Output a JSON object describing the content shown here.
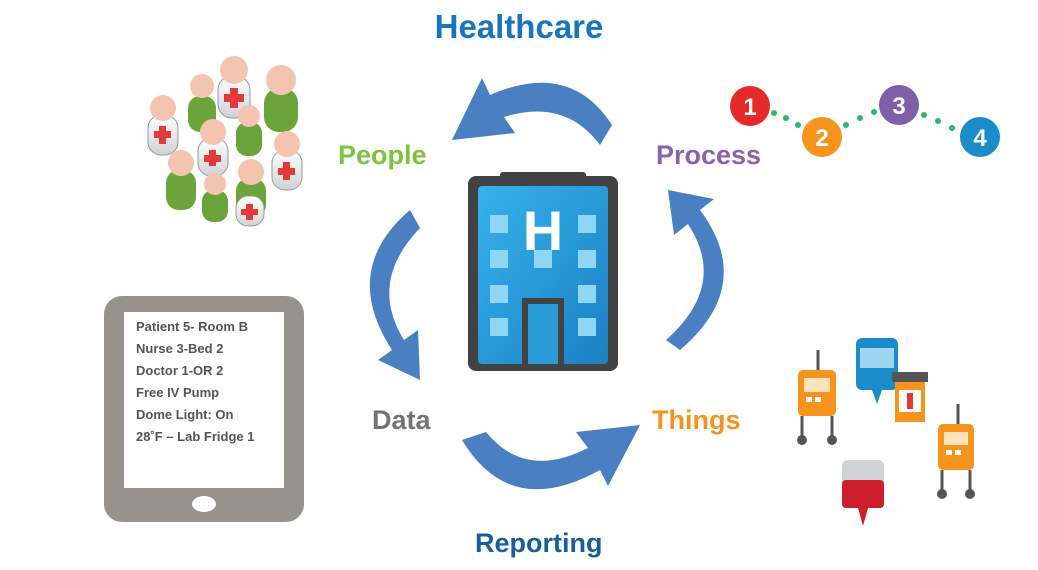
{
  "title": "Healthcare",
  "labels": {
    "people": "People",
    "process": "Process",
    "data": "Data",
    "things": "Things",
    "reporting": "Reporting"
  },
  "hospital_letter": "H",
  "process_steps": [
    {
      "number": "1",
      "color": "#e52a2a"
    },
    {
      "number": "2",
      "color": "#f7941d"
    },
    {
      "number": "3",
      "color": "#7e5fa8"
    },
    {
      "number": "4",
      "color": "#1a8cc9"
    }
  ],
  "tablet_lines": [
    "Patient 5- Room B",
    "Nurse 3-Bed 2",
    "Doctor 1-OR 2",
    "Free IV Pump",
    "Dome Light: On",
    "28˚F – Lab Fridge 1"
  ],
  "colors": {
    "title": "#1b75bb",
    "arrow": "#4a7fc1",
    "building": "#2a9bd6",
    "building_dark": "#404244",
    "people_green": "#6aa43a",
    "people_cross": "#e03a3a",
    "tablet": "#96938c"
  }
}
